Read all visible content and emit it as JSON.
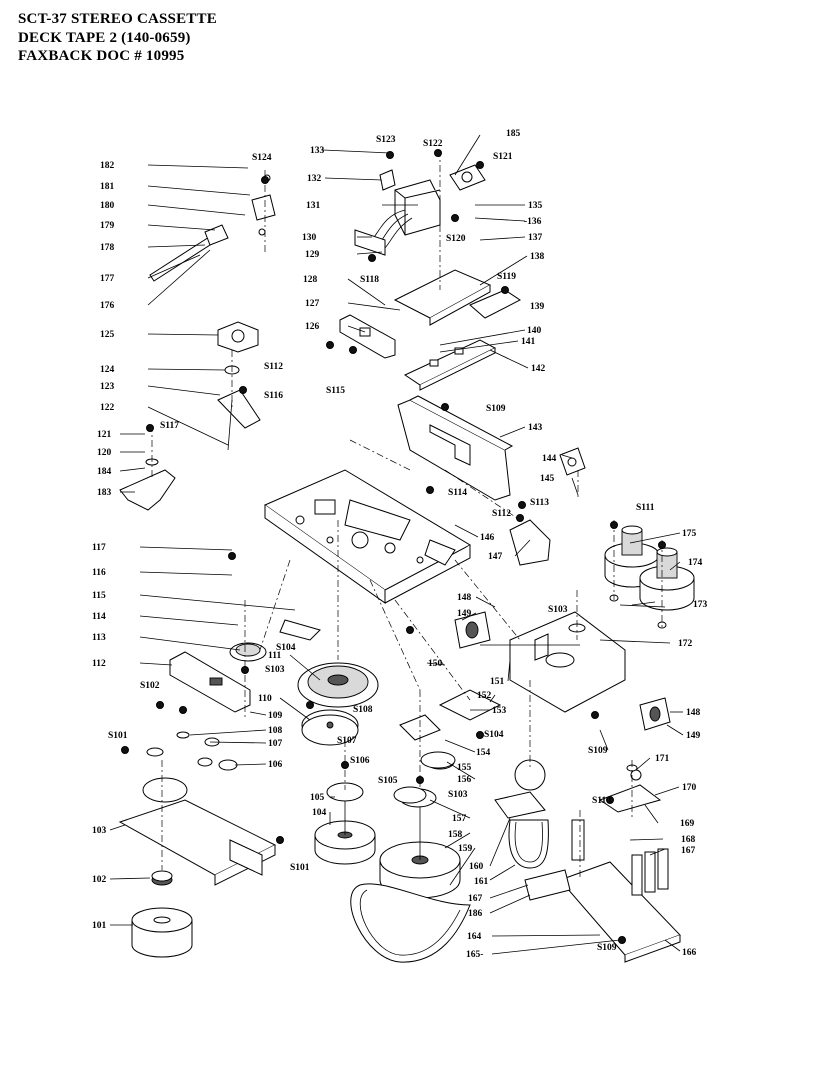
{
  "header": {
    "line1": "SCT-37 STEREO CASSETTE",
    "line2": "DECK TAPE 2 (140-0659)",
    "line3": "FAXBACK DOC # 10995"
  },
  "labels": {
    "l101": "101",
    "l102": "102",
    "l103": "103",
    "l104": "104",
    "l105": "105",
    "l106": "106",
    "l107": "107",
    "l108": "108",
    "l109": "109",
    "l110": "110",
    "l111": "111",
    "l112": "112",
    "l113": "113",
    "l114": "114",
    "l115": "115",
    "l116": "116",
    "l117": "117",
    "l120": "120",
    "l121": "121",
    "l122": "122",
    "l123": "123",
    "l124": "124",
    "l125": "125",
    "l126": "126",
    "l127": "127",
    "l128": "128",
    "l129": "129",
    "l130": "130",
    "l131": "131",
    "l132": "132",
    "l133": "133",
    "l135": "135",
    "l136": "-136",
    "l137": "137",
    "l138": "138",
    "l139": "139",
    "l140": "140",
    "l141": "141",
    "l142": "142",
    "l143": "143",
    "l144": "144",
    "l145": "145",
    "l146": "146",
    "l147": "147",
    "l148a": "148",
    "l148b": "148",
    "l149a": "149",
    "l149b": "149",
    "l150": "150",
    "l151": "151",
    "l152": "152",
    "l153": "153",
    "l154": "154",
    "l155": "155",
    "l156": "156",
    "l157": "157",
    "l158": "158",
    "l159": "159",
    "l160": "160",
    "l161": "161",
    "l164": "164",
    "l165": "165-",
    "l166": "166",
    "l167a": "167",
    "l167b": "167",
    "l168": "168",
    "l169": "169",
    "l170": "170",
    "l171": "171",
    "l172": "172",
    "l173": "173",
    "l174": "174",
    "l175": "175",
    "l176": "176",
    "l177": "177",
    "l178": "178",
    "l179": "179",
    "l180": "180",
    "l181": "181",
    "l182": "182",
    "l183": "183",
    "l184": "184",
    "l185": "185",
    "l186": "186",
    "s101a": "S101",
    "s101b": "S101",
    "s102": "S102",
    "s103a": "S103",
    "s103b": "S103",
    "s103c": "S103",
    "s104a": "S104",
    "s104b": "S104",
    "s105": "S105",
    "s106": "S106",
    "s107": "S107",
    "s108": "S108",
    "s109a": "S109",
    "s109b": "S109",
    "s109c": "S109",
    "s110": "S110",
    "s111": "S111",
    "s112a": "S112",
    "s112b": "S112",
    "s113": "S113",
    "s114": "S114",
    "s115": "S115",
    "s116": "S116",
    "s117": "S117",
    "s118": "S118",
    "s119": "S119",
    "s120": "S120",
    "s121": "S121",
    "s122": "S122",
    "s123": "S123",
    "s124": "S124"
  }
}
